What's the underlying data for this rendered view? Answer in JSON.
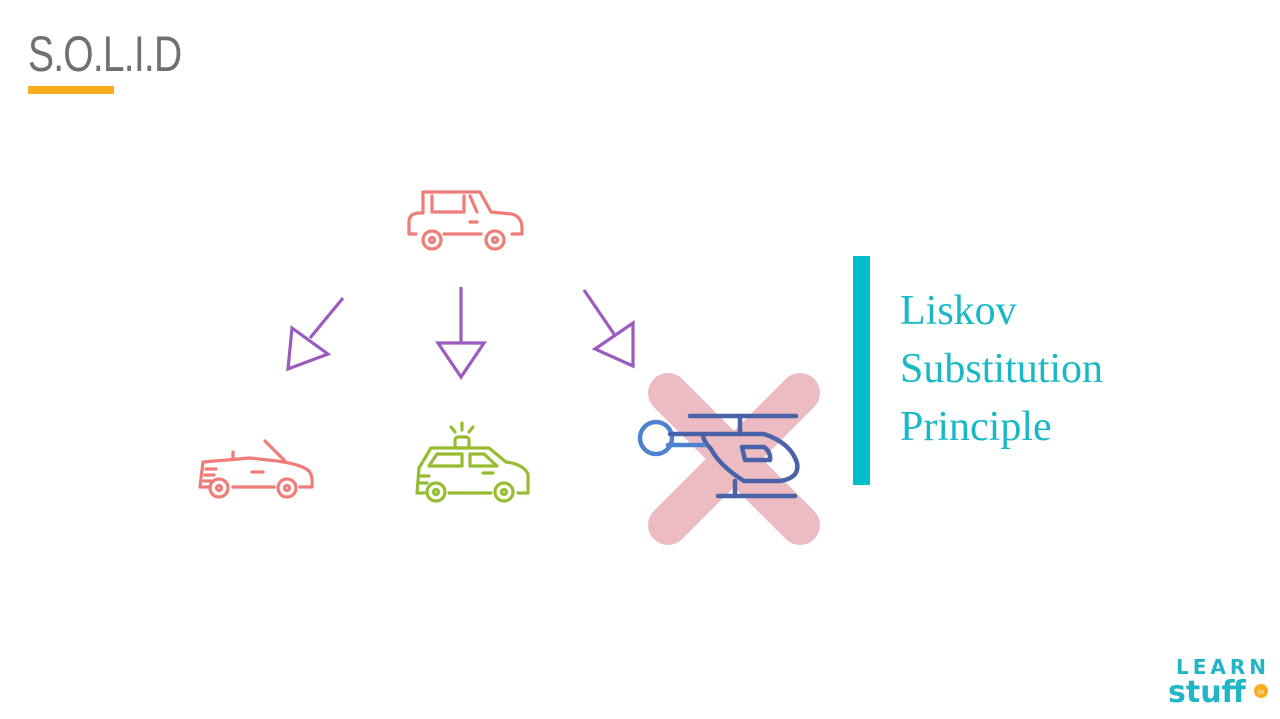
{
  "slide": {
    "title": "S.O.L.I.D",
    "principle_lines": [
      "Liskov",
      "Substitution",
      "Principle"
    ]
  },
  "diagram": {
    "icons": [
      "car-icon",
      "convertible-icon",
      "police-car-icon",
      "helicopter-icon",
      "cross-icon"
    ],
    "colors": {
      "car": "#ee7c78",
      "police_car": "#96bc32",
      "helicopter_dark": "#4a62a8",
      "helicopter_light": "#4e82d0",
      "cross": "#e7a6ae",
      "arrow": "#9b5bbf",
      "accent": "#00bfcb",
      "underline": "#f6ae1d"
    }
  },
  "logo": {
    "line1": "LEARN",
    "line2": "stuff",
    "suffix": "io",
    "colors": {
      "text": "#22b5c7",
      "dot": "#f6ae1d"
    }
  }
}
